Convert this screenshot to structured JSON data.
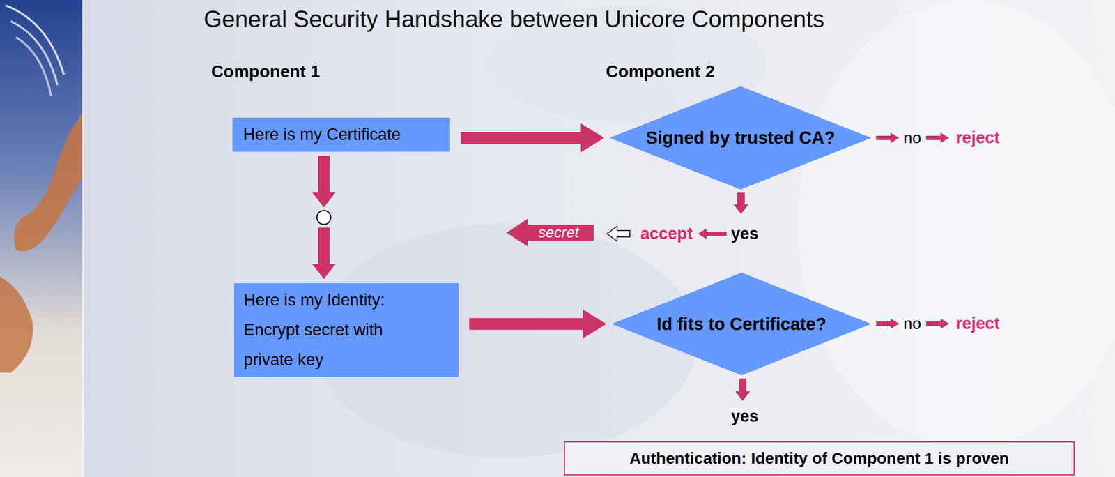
{
  "diagram": {
    "title": "General Security Handshake between Unicore Components",
    "nodes": [
      {
        "text": [
          "Here is my Certificate"
        ]
      },
      {
        "text": [
          "Signed by trusted CA?"
        ]
      },
      {
        "text": [
          "Here is my Identity:",
          "Encrypt secret with private key"
        ]
      },
      {
        "text": [
          "Id fits to Certificate?"
        ]
      },
      {
        "text": [
          "Authentication: Identity of Component 1 is proven"
        ]
      }
    ],
    "edges": [
      {
        "from": 0,
        "to": 1,
        "arrow": "to"
      },
      {
        "from": 0,
        "to": 2,
        "arrow": "to"
      },
      {
        "from": 2,
        "to": 3,
        "arrow": "to"
      }
    ],
    "labels": [
      "Component 1",
      "Component 2",
      "no",
      "reject",
      "secret",
      "accept",
      "yes",
      "no",
      "reject",
      "yes"
    ]
  }
}
